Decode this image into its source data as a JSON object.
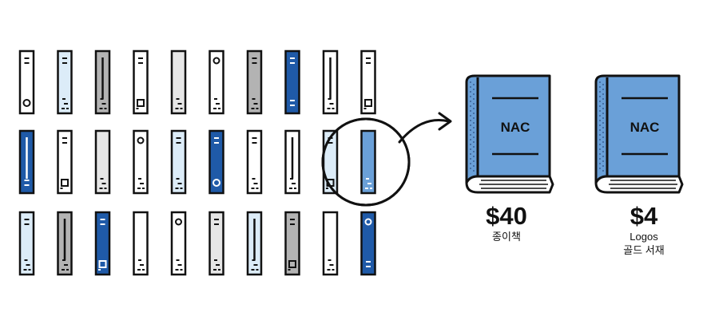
{
  "colors": {
    "outline": "#111111",
    "spine_white": "#ffffff",
    "spine_lightblue": "#dcecf8",
    "spine_gray": "#b3b3b3",
    "spine_lightgray": "#e6e6e6",
    "spine_blue": "#1f5aa8",
    "spine_highlight": "#6aa0d8",
    "book_cover": "#6aa0d8",
    "book_spine_dots": "#2b4c7e"
  },
  "shelf": {
    "rows": [
      [
        {
          "color": "white",
          "mark": "lines-circle"
        },
        {
          "color": "lightblue",
          "mark": "lines-dots"
        },
        {
          "color": "gray",
          "mark": "bar-dots"
        },
        {
          "color": "white",
          "mark": "lines-square"
        },
        {
          "color": "lightgray",
          "mark": "dots"
        },
        {
          "color": "white",
          "mark": "circle-dots"
        },
        {
          "color": "gray",
          "mark": "lines-dots"
        },
        {
          "color": "blue",
          "mark": "lines-lines"
        },
        {
          "color": "white",
          "mark": "bar-dots"
        },
        {
          "color": "white",
          "mark": "lines-square"
        }
      ],
      [
        {
          "color": "blue",
          "mark": "bar-lines"
        },
        {
          "color": "white",
          "mark": "lines-square"
        },
        {
          "color": "lightgray",
          "mark": "dots"
        },
        {
          "color": "white",
          "mark": "circle-dots"
        },
        {
          "color": "lightblue",
          "mark": "lines-dots"
        },
        {
          "color": "blue",
          "mark": "lines-circle"
        },
        {
          "color": "white",
          "mark": "lines-dots"
        },
        {
          "color": "white",
          "mark": "bar-dots"
        },
        {
          "color": "lightblue",
          "mark": "lines-square"
        },
        {
          "color": "highlight",
          "mark": "dots"
        }
      ],
      [
        {
          "color": "lightblue",
          "mark": "lines-dots"
        },
        {
          "color": "gray",
          "mark": "bar-dots"
        },
        {
          "color": "blue",
          "mark": "lines-square"
        },
        {
          "color": "white",
          "mark": "dots"
        },
        {
          "color": "white",
          "mark": "circle-dots"
        },
        {
          "color": "lightgray",
          "mark": "lines-dots"
        },
        {
          "color": "lightblue",
          "mark": "bar-dots"
        },
        {
          "color": "gray",
          "mark": "lines-square"
        },
        {
          "color": "white",
          "mark": "dots"
        },
        {
          "color": "blue",
          "mark": "circle-lines"
        }
      ]
    ]
  },
  "books": [
    {
      "cover_title": "NAC",
      "price": "$40",
      "caption": "종이책"
    },
    {
      "cover_title": "NAC",
      "price": "$4",
      "caption_line1": "Logos",
      "caption_line2": "골드 서재"
    }
  ]
}
